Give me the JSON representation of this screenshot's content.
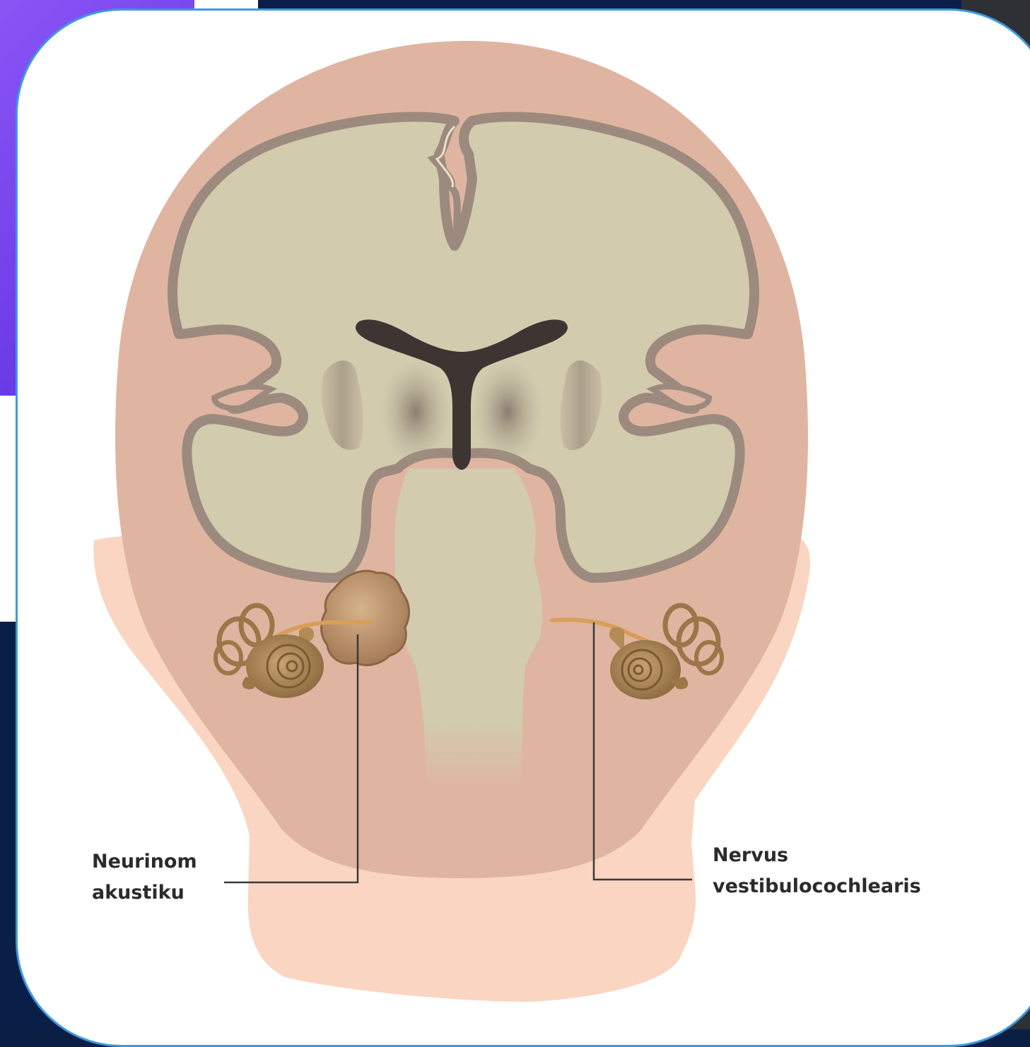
{
  "labels": {
    "tumor": {
      "line1": "Neurinom",
      "line2": "akustiku"
    },
    "nerve": {
      "line1": "Nervus",
      "line2": "vestibulocochlearis"
    }
  },
  "colors": {
    "skin_outer": "#f9d5c2",
    "skin_inner": "#dfb5a1",
    "brain": "#d2cbae",
    "brain_outline": "#9d8a7e",
    "ventricle": "#3e3532",
    "tumor": "#b9906a",
    "cochlea": "#9b7648",
    "nerve": "#d89e5a",
    "frame_border": "#3d9ae0"
  }
}
